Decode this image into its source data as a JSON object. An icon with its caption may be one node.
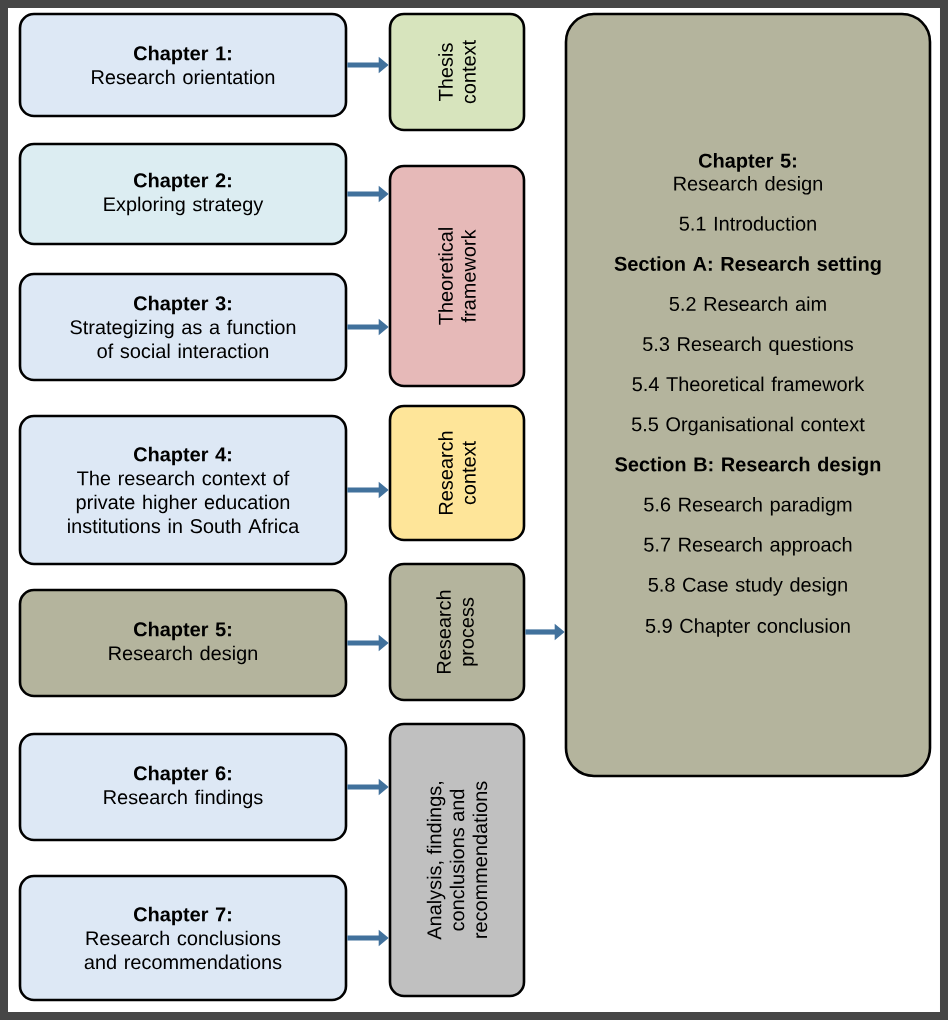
{
  "diagram": {
    "nodes": [
      {
        "text": [
          "Chapter 1:",
          "Research orientation"
        ]
      },
      {
        "text": [
          "Chapter 2:",
          "Exploring strategy"
        ]
      },
      {
        "text": [
          "Chapter 3:",
          "Strategizing as a function of social interaction"
        ]
      },
      {
        "text": [
          "Chapter 4:",
          "The research context of private higher education institutions in South Africa"
        ]
      },
      {
        "text": [
          "Chapter 5:",
          "Research design"
        ]
      },
      {
        "text": [
          "Chapter 6:",
          "Research findings"
        ]
      },
      {
        "text": [
          "Chapter 7:",
          "Research conclusions and recommendations"
        ]
      },
      {
        "text": [
          "Thesis context"
        ]
      },
      {
        "text": [
          "Theoretical framework"
        ]
      },
      {
        "text": [
          "Research context"
        ]
      },
      {
        "text": [
          "Research process"
        ]
      },
      {
        "text": [
          "Analysis, findings, conclusions and recommendations"
        ]
      },
      {
        "text": [
          "Chapter 5:",
          "Research design",
          "5.1 Introduction",
          "Section A: Research setting",
          "5.2 Research aim",
          "5.3 Research questions",
          "5.4 Theoretical framework",
          "5.5 Organisational context",
          "Section B: Research design",
          "5.6 Research paradigm",
          "5.7 Research approach",
          "5.8 Case study design",
          "5.9 Chapter conclusion"
        ]
      }
    ],
    "edges": [
      {
        "from": 0,
        "to": 7,
        "arrow": "to"
      },
      {
        "from": 1,
        "to": 8,
        "arrow": "to"
      },
      {
        "from": 2,
        "to": 8,
        "arrow": "to"
      },
      {
        "from": 3,
        "to": 9,
        "arrow": "to"
      },
      {
        "from": 4,
        "to": 10,
        "arrow": "to"
      },
      {
        "from": 5,
        "to": 11,
        "arrow": "to"
      },
      {
        "from": 6,
        "to": 11,
        "arrow": "to"
      },
      {
        "from": 10,
        "to": 12,
        "arrow": "to"
      }
    ]
  }
}
